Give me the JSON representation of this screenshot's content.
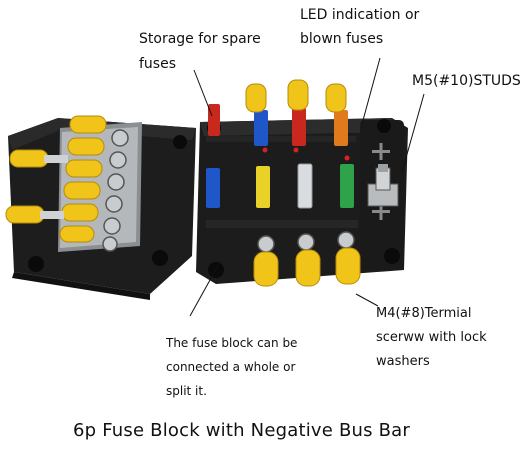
{
  "labels": {
    "storage": [
      "Storage for spare",
      "fuses"
    ],
    "led": [
      "LED indication or",
      "blown fuses"
    ],
    "m5": "M5(#10)STUDS",
    "split": [
      "The fuse block can be",
      "connected a whole or",
      "split it."
    ],
    "m4": [
      "M4(#8)Termial",
      "scerww with lock",
      "washers"
    ],
    "caption": "6p Fuse Block with Negative Bus Bar"
  },
  "colors": {
    "block": "#1c1c1c",
    "terminal_yellow": "#f0c419",
    "fuse_red": "#c8281e",
    "fuse_blue": "#1f56c9",
    "fuse_yellow": "#e9d227",
    "fuse_green": "#2fa34a",
    "fuse_clear": "#d9dde2",
    "fuse_orange": "#e07a1c"
  },
  "fuses": {
    "spares": [
      "red",
      "blue",
      "red",
      "orange"
    ],
    "active": [
      "blue",
      "yellow",
      "clear",
      "green"
    ]
  }
}
